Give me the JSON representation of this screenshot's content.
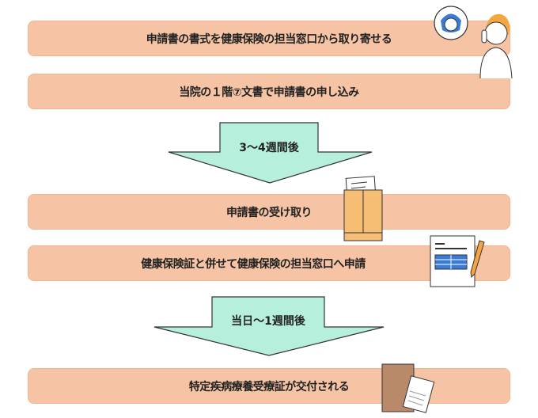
{
  "steps": [
    {
      "label": "申請書の書式を健康保険の担当窓口から取り寄せる"
    },
    {
      "label": "当院の１階⑦文書で申請書の申し込み"
    },
    {
      "label": "申請書の受け取り"
    },
    {
      "label": "健康保険証と併せて健康保険の担当窓口へ申請"
    },
    {
      "label": "特定疾病療養受療証が交付される"
    }
  ],
  "arrows": [
    {
      "label": "3～4週間後"
    },
    {
      "label": "当日～1週間後"
    }
  ],
  "colors": {
    "box_fill": "#f6c4a5",
    "box_border": "#f2b48e",
    "arrow_fill": "#b6f0dc",
    "outline": "#333333"
  }
}
